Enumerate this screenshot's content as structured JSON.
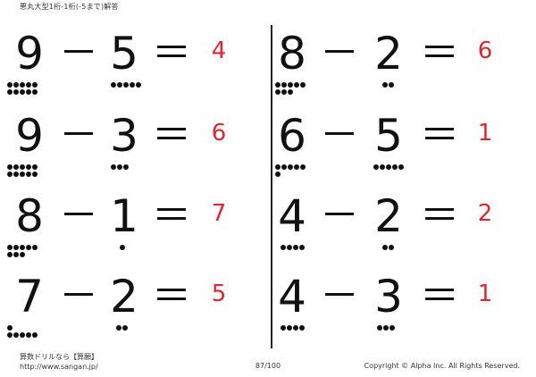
{
  "header": {
    "title": "悪丸大型1桁-1桁(-5まで)解答"
  },
  "operators": {
    "minus": "－",
    "equals": "＝"
  },
  "left_problems": [
    {
      "a": "9",
      "b": "5",
      "answer": "4",
      "a_dots": [
        5,
        5
      ],
      "b_dots": [
        5
      ]
    },
    {
      "a": "9",
      "b": "3",
      "answer": "6",
      "a_dots": [
        5,
        5
      ],
      "b_dots": [
        3
      ]
    },
    {
      "a": "8",
      "b": "1",
      "answer": "7",
      "a_dots": [
        5,
        3
      ],
      "b_dots": [
        1
      ]
    },
    {
      "a": "7",
      "b": "2",
      "answer": "5",
      "a_dots": [
        1,
        5
      ],
      "b_dots": [
        2
      ]
    }
  ],
  "right_problems": [
    {
      "a": "8",
      "b": "2",
      "answer": "6",
      "a_dots": [
        5,
        3
      ],
      "b_dots": [
        2
      ]
    },
    {
      "a": "6",
      "b": "5",
      "answer": "1",
      "a_dots": [
        5,
        1
      ],
      "b_dots": [
        5
      ]
    },
    {
      "a": "4",
      "b": "2",
      "answer": "2",
      "a_dots": [
        4
      ],
      "b_dots": [
        2
      ]
    },
    {
      "a": "4",
      "b": "3",
      "answer": "1",
      "a_dots": [
        4
      ],
      "b_dots": [
        3
      ]
    }
  ],
  "footer": {
    "brand": "算数ドリルなら【算願】",
    "url": "http://www.sangan.jp/",
    "page": "87/100",
    "copyright": "Copyright © Alpha Inc. All Rights Reserved."
  }
}
